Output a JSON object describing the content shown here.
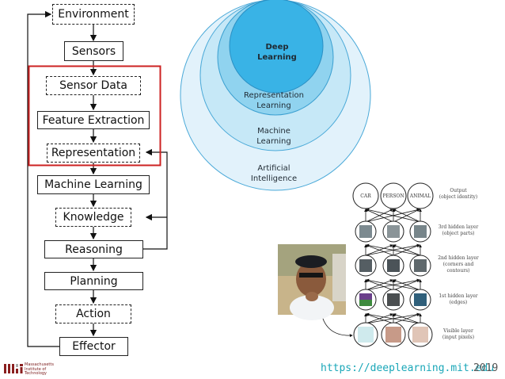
{
  "pipeline": {
    "environment": "Environment",
    "sensors": "Sensors",
    "sensor_data": "Sensor Data",
    "feature_extraction": "Feature Extraction",
    "representation": "Representation",
    "machine_learning": "Machine Learning",
    "knowledge": "Knowledge",
    "reasoning": "Reasoning",
    "planning": "Planning",
    "action": "Action",
    "effector": "Effector"
  },
  "venn": {
    "deep_learning": [
      "Deep",
      "Learning"
    ],
    "representation_learning": [
      "Representation",
      "Learning"
    ],
    "machine_learning": [
      "Machine",
      "Learning"
    ],
    "artificial_intelligence": [
      "Artificial",
      "Intelligence"
    ]
  },
  "neural_net": {
    "output_nodes": [
      "CAR",
      "PERSON",
      "ANIMAL"
    ],
    "output_label": [
      "Output",
      "(object identity)"
    ],
    "hidden3_label": [
      "3rd hidden layer",
      "(object parts)"
    ],
    "hidden2_label": [
      "2nd hidden layer",
      "(corners and",
      "contours)"
    ],
    "hidden1_label": [
      "1st hidden layer",
      "(edges)"
    ],
    "visible_label": [
      "Visible layer",
      "(input pixels)"
    ]
  },
  "footer": {
    "logo_text": [
      "Massachusetts",
      "Institute of",
      "Technology"
    ],
    "url": "https://deeplearning.mit.edu",
    "year": "2019"
  },
  "colors": {
    "highlight_box": "#cc2222",
    "circle_outer": "#e2f2fb",
    "circle_ml": "#c6e8f7",
    "circle_rep": "#90d3ef",
    "circle_deep": "#39b3e6",
    "url": "#1aa7b8"
  }
}
